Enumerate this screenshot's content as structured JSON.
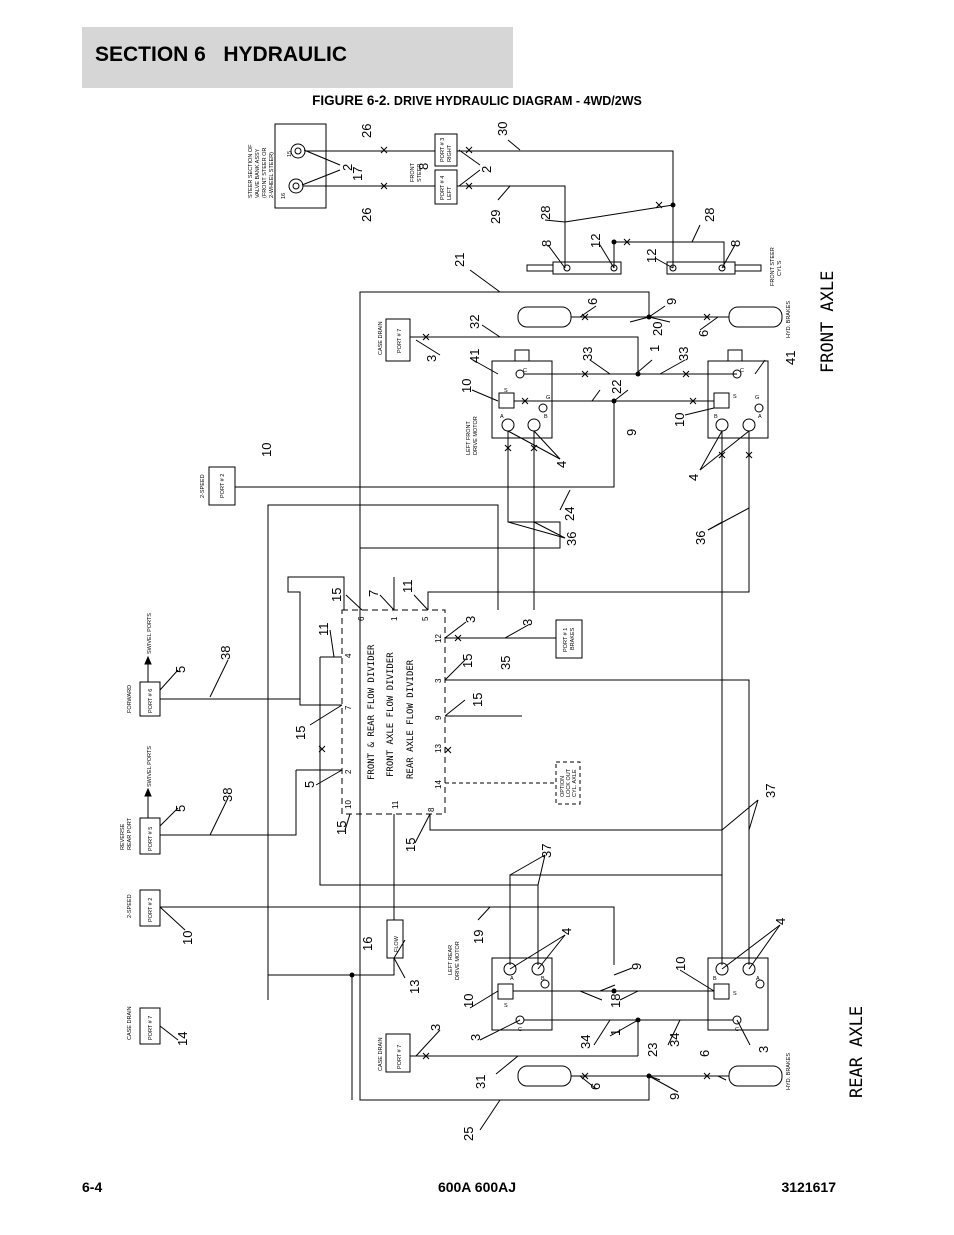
{
  "header": {
    "section_title": "SECTION 6   HYDRAULIC",
    "figure_prefix": "FIGURE 6-2.",
    "figure_title": "DRIVE HYDRAULIC DIAGRAM - 4WD/2WS"
  },
  "footer": {
    "page_number": "6-4",
    "model": "600A 600AJ",
    "doc_number": "3121617"
  },
  "axle_labels": {
    "front": "FRONT AXLE",
    "rear": "REAR AXLE"
  },
  "flow_divider": {
    "lines": [
      "FRONT & REAR FLOW DIVIDER",
      "FRONT AXLE FLOW DIVIDER",
      "REAR AXLE FLOW DIVIDER"
    ],
    "ports": [
      "6",
      "1",
      "5",
      "4",
      "12",
      "7",
      "3",
      "9",
      "2",
      "13",
      "14",
      "10",
      "11",
      "8"
    ]
  },
  "components": {
    "steer_section": [
      "STEER SECTION OF",
      "VALVE BANK ASSY",
      "(FRONT STEER OR",
      "2-WHEEL STEER)"
    ],
    "steer_ports": [
      "15",
      "16"
    ],
    "front_steer_block": [
      "FRONT",
      "STEER"
    ],
    "port3_right": [
      "PORT # 3",
      "RIGHT"
    ],
    "port4_left": [
      "PORT # 4",
      "LEFT"
    ],
    "front_steer_cyls": [
      "FRONT STEER",
      "CYL'S"
    ],
    "hyd_brakes": "HYD. BRAKES",
    "case_drain": "CASE DRAIN",
    "port7": "PORT # 7",
    "port1": "PORT # 1",
    "brakes": "BRAKES",
    "two_speed": "2-SPEED",
    "port2": "PORT # 2",
    "forward": "FORWARD",
    "port6": "PORT # 6",
    "reverse": [
      "REVERSE",
      "REAR PORT"
    ],
    "port5": "PORT # 5",
    "swivel_ports": "SWIVEL PORTS",
    "left_front_motor": [
      "LEFT FRONT",
      "DRIVE MOTOR"
    ],
    "left_rear_motor": [
      "LEFT REAR",
      "DRIVE MOTOR"
    ],
    "flow": "FLOW",
    "option_lockout": [
      "OPTION",
      "LOCK OUT",
      "CYL. AXLE"
    ],
    "motor_ports": [
      "A",
      "B",
      "S",
      "C",
      "G"
    ]
  },
  "callouts": {
    "n26a": "26",
    "n26b": "26",
    "n2a": "2",
    "n17": "17",
    "n8a": "8",
    "n2b": "2",
    "n30": "30",
    "n29": "29",
    "n28a": "28",
    "n28b": "28",
    "n8b": "8",
    "n8c": "8",
    "n12a": "12",
    "n12b": "12",
    "n21": "21",
    "n6a": "6",
    "n9a": "9",
    "n6b": "6",
    "n32": "32",
    "n20": "20",
    "n3a": "3",
    "n41a": "41",
    "n33a": "33",
    "n1a": "1",
    "n33b": "33",
    "n41b": "41",
    "n10a": "10",
    "n22": "22",
    "n10b": "10",
    "n9b": "9",
    "n4a": "4",
    "n4b": "4",
    "n10c": "10",
    "n24": "24",
    "n36a": "36",
    "n36b": "36",
    "n15a": "15",
    "n7": "7",
    "n11a": "11",
    "n11b": "11",
    "n3b": "3",
    "n3c": "3",
    "n35": "35",
    "n15b": "15",
    "n15c": "15",
    "n5a": "5",
    "n38a": "38",
    "n15d": "15",
    "n5b": "5",
    "n5c": "5",
    "n38b": "38",
    "n15e": "15",
    "n15f": "15",
    "n37a": "37",
    "n37b": "37",
    "n10d": "10",
    "n19": "19",
    "n4c": "4",
    "n4d": "4",
    "n16": "16",
    "n13": "13",
    "n9c": "9",
    "n10e": "10",
    "n10f": "10",
    "n18": "18",
    "n14": "14",
    "n3d": "3",
    "n3e": "3",
    "n1b": "1",
    "n34a": "34",
    "n34b": "34",
    "n3f": "3",
    "n31": "31",
    "n23": "23",
    "n6c": "6",
    "n6d": "6",
    "n9d": "9",
    "n25": "25"
  },
  "colors": {
    "header_bg": "#d6d6d6",
    "line": "#000000"
  }
}
